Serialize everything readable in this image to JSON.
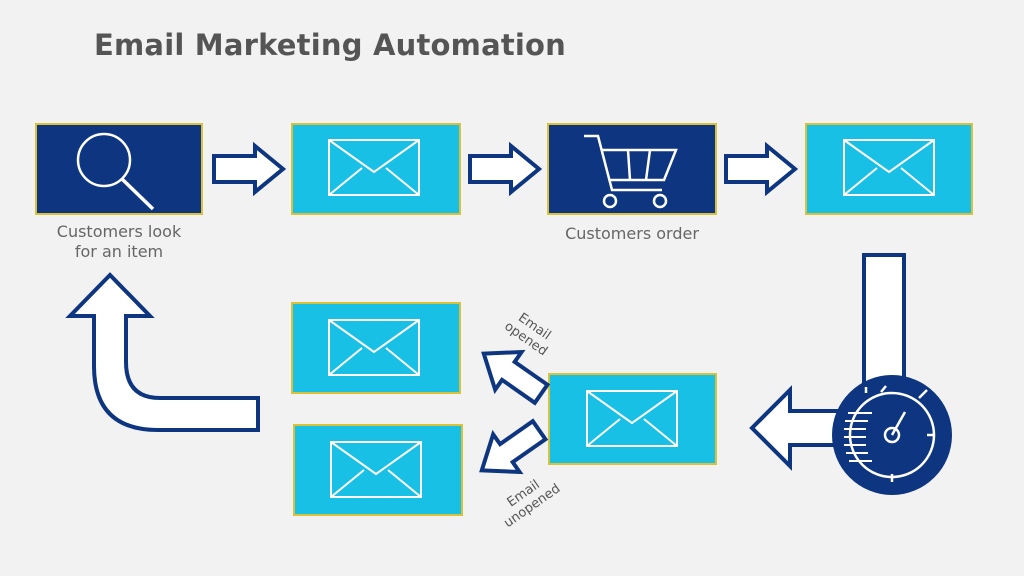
{
  "title": "Email Marketing Automation",
  "captions": {
    "search": "Customers look\nfor an item",
    "order": "Customers order"
  },
  "branch_labels": {
    "opened": "Email\nopened",
    "unopened": "Email\nunopened"
  },
  "colors": {
    "background": "#f2f2f2",
    "dark_box": "#0d3580",
    "light_box": "#18c0e6",
    "box_border": "#d9c23a",
    "arrow_stroke": "#0d3580",
    "title": "#555555"
  },
  "icons": [
    "magnifier-icon",
    "envelope-icon",
    "cart-icon",
    "timer-icon",
    "arrow-icon"
  ]
}
